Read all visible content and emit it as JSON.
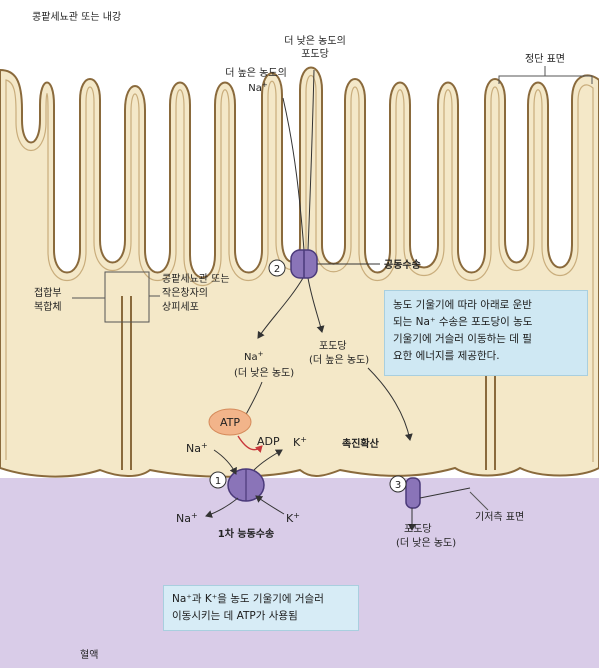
{
  "labels": {
    "lumen": "콩팥세뇨관 또는 내강",
    "glucose_high_line1": "더 낮은 농도의",
    "glucose_high_line2": "포도당",
    "na_high_line1": "더 높은 농도의",
    "na_high_line2": "Na",
    "apical_surface": "정단 표면",
    "junction_line1": "접합부",
    "junction_line2": "복합체",
    "epithelium_line1": "콩팥세뇨관 또는",
    "epithelium_line2": "작은창자의",
    "epithelium_line3": "상피세포",
    "cotransport": "공동수송",
    "na_low_line1": "Na",
    "na_low_line2": "(더 낮은 농도)",
    "glucose_mid_line1": "포도당",
    "glucose_mid_line2": "(더 높은 농도)",
    "atp": "ATP",
    "adp": "ADP",
    "na_pump_in": "Na",
    "k_pump_out": "K",
    "na_pump_out": "Na",
    "k_pump_in": "K",
    "facilitated_diffusion": "촉진확산",
    "basolateral_surface": "기저측 표면",
    "primary_active_transport": "1차 능동수송",
    "glucose_low_line1": "포도당",
    "glucose_low_line2": "(더 낮은 농도)",
    "blood": "혈액",
    "plus": "+"
  },
  "markers": {
    "m1": "1",
    "m2": "2",
    "m3": "3"
  },
  "callouts": {
    "gradient_lines": [
      "농도 기울기에 따라 아래로 운반",
      "되는 Na⁺ 수송은 포도당이 농도",
      "기울기에 거슬러 이동하는 데 필",
      "요한 에너지를 제공한다."
    ],
    "atp_lines": [
      "Na⁺과 K⁺을 농도 기울기에 거슬러",
      "이동시키는 데 ATP가 사용됨"
    ]
  },
  "colors": {
    "cell_fill": "#f4e8c8",
    "cell_outline": "#8a6a3c",
    "blood": "#d9cce8",
    "transporter": "#8a74b8",
    "atp_bubble": "#f2b48a",
    "callout": "#cfe8f3"
  }
}
